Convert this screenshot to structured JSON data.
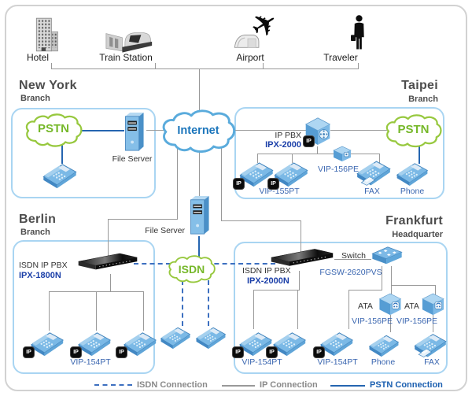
{
  "badges": {
    "ip": "IP"
  },
  "colors": {
    "cloud_green": "#97c83e",
    "cloud_text_green": "#76b82a",
    "internet_blue": "#1b75bb",
    "model_navy": "#1b3fa8",
    "label_blue": "#3a66b0",
    "line_gray": "#999999",
    "pstn_line_blue": "#2565b0",
    "isdn_dash_blue": "#3c6fc0",
    "heading_gray": "#4d4d4d",
    "box_border_blue": "#a9d5f2"
  },
  "top_row": {
    "hotel": "Hotel",
    "train_station": "Train Station",
    "airport": "Airport",
    "traveler": "Traveler"
  },
  "clouds": {
    "internet": "Internet",
    "isdn": "ISDN",
    "pstn_new_york": "PSTN",
    "pstn_taipei": "PSTN"
  },
  "new_york": {
    "city": "New York",
    "site_type": "Branch",
    "file_server": "File Server"
  },
  "taipei": {
    "city": "Taipei",
    "site_type": "Branch",
    "pbx_label": "IP PBX",
    "pbx_model": "IPX-2000",
    "gateway_model": "VIP-156PE",
    "ip_phone_model": "VIP-155PT",
    "fax_label": "FAX",
    "phone_label": "Phone"
  },
  "core": {
    "file_server": "File Server"
  },
  "berlin": {
    "city": "Berlin",
    "site_type": "Branch",
    "pbx_label": "ISDN IP PBX",
    "pbx_model": "IPX-1800N",
    "ip_phone_model": "VIP-154PT"
  },
  "frankfurt": {
    "city": "Frankfurt",
    "site_type": "Headquarter",
    "pbx_label": "ISDN IP PBX",
    "pbx_model": "IPX-2000N",
    "switch_label": "Switch",
    "switch_model": "FGSW-2620PVS",
    "ata_label": "ATA",
    "ata_model": "VIP-156PE",
    "ip_phone_model_1": "VIP-154PT",
    "ip_phone_model_2": "VIP-154PT",
    "phone_label": "Phone",
    "fax_label": "FAX"
  },
  "legend": {
    "isdn": "ISDN Connection",
    "ip": "IP Connection",
    "pstn": "PSTN Connection"
  }
}
